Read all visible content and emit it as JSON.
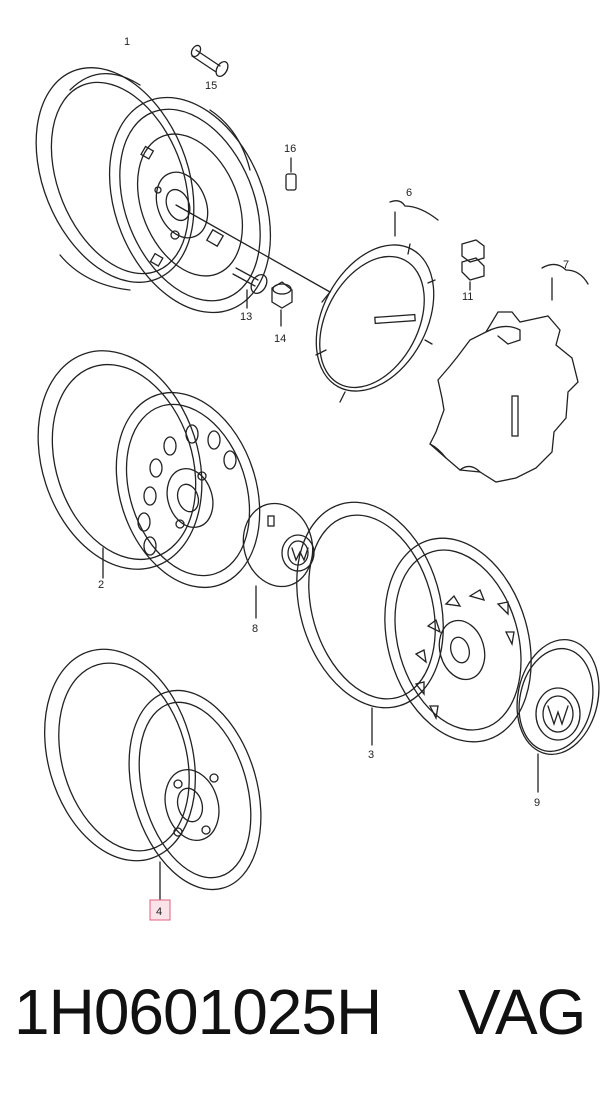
{
  "callouts": {
    "c1": "1",
    "c2": "2",
    "c3": "3",
    "c4": "4",
    "c6": "6",
    "c7": "7",
    "c8": "8",
    "c9": "9",
    "c11": "11",
    "c13": "13",
    "c14": "14",
    "c15": "15",
    "c16": "16"
  },
  "highlight_color": "#e06080",
  "caption": {
    "part_number": "1H0601025H",
    "brand": "VAG"
  }
}
